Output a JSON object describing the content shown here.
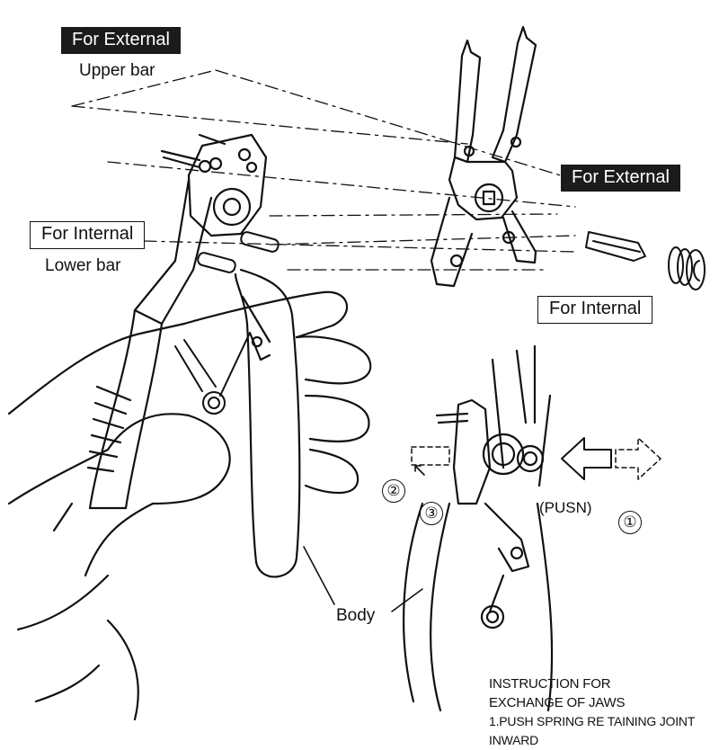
{
  "labels": {
    "for_external_1": "For External",
    "upper_bar": "Upper bar",
    "for_internal_1": "For Internal",
    "lower_bar": "Lower bar",
    "for_external_2": "For External",
    "for_internal_2": "For Internal",
    "body": "Body",
    "pusn": "(PUSN)"
  },
  "step_numbers": {
    "step1": "①",
    "step2": "②",
    "step3": "③"
  },
  "instructions": {
    "line1": "INSTRUCTION FOR",
    "line2": "EXCHANGE OF JAWS",
    "line3": "1.PUSH SPRING RE TAINING JOINT",
    "line4": "INWARD"
  },
  "colors": {
    "ink": "#111111",
    "label_dark_bg": "#1b1b1b",
    "label_dark_text": "#ffffff",
    "paper": "#ffffff"
  }
}
